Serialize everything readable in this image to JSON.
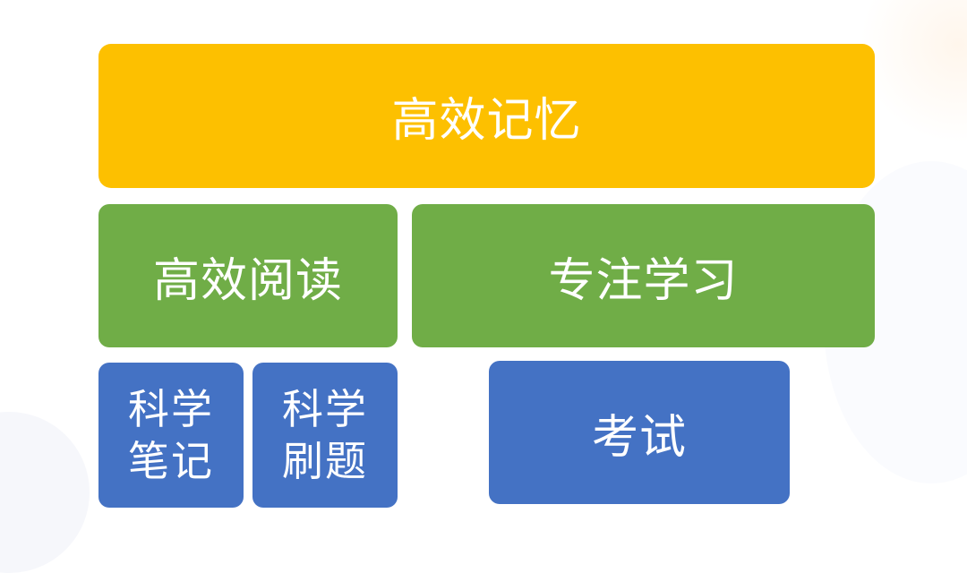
{
  "colors": {
    "top": "#fdc000",
    "middle": "#70ad47",
    "bottom": "#4472c4",
    "text": "#ffffff"
  },
  "diagram": {
    "top": {
      "label": "高效记忆"
    },
    "middle": [
      {
        "label": "高效阅读"
      },
      {
        "label": "专注学习"
      }
    ],
    "bottom": [
      {
        "line1": "科学",
        "line2": "笔记"
      },
      {
        "line1": "科学",
        "line2": "刷题"
      },
      {
        "label": "考试"
      }
    ]
  }
}
